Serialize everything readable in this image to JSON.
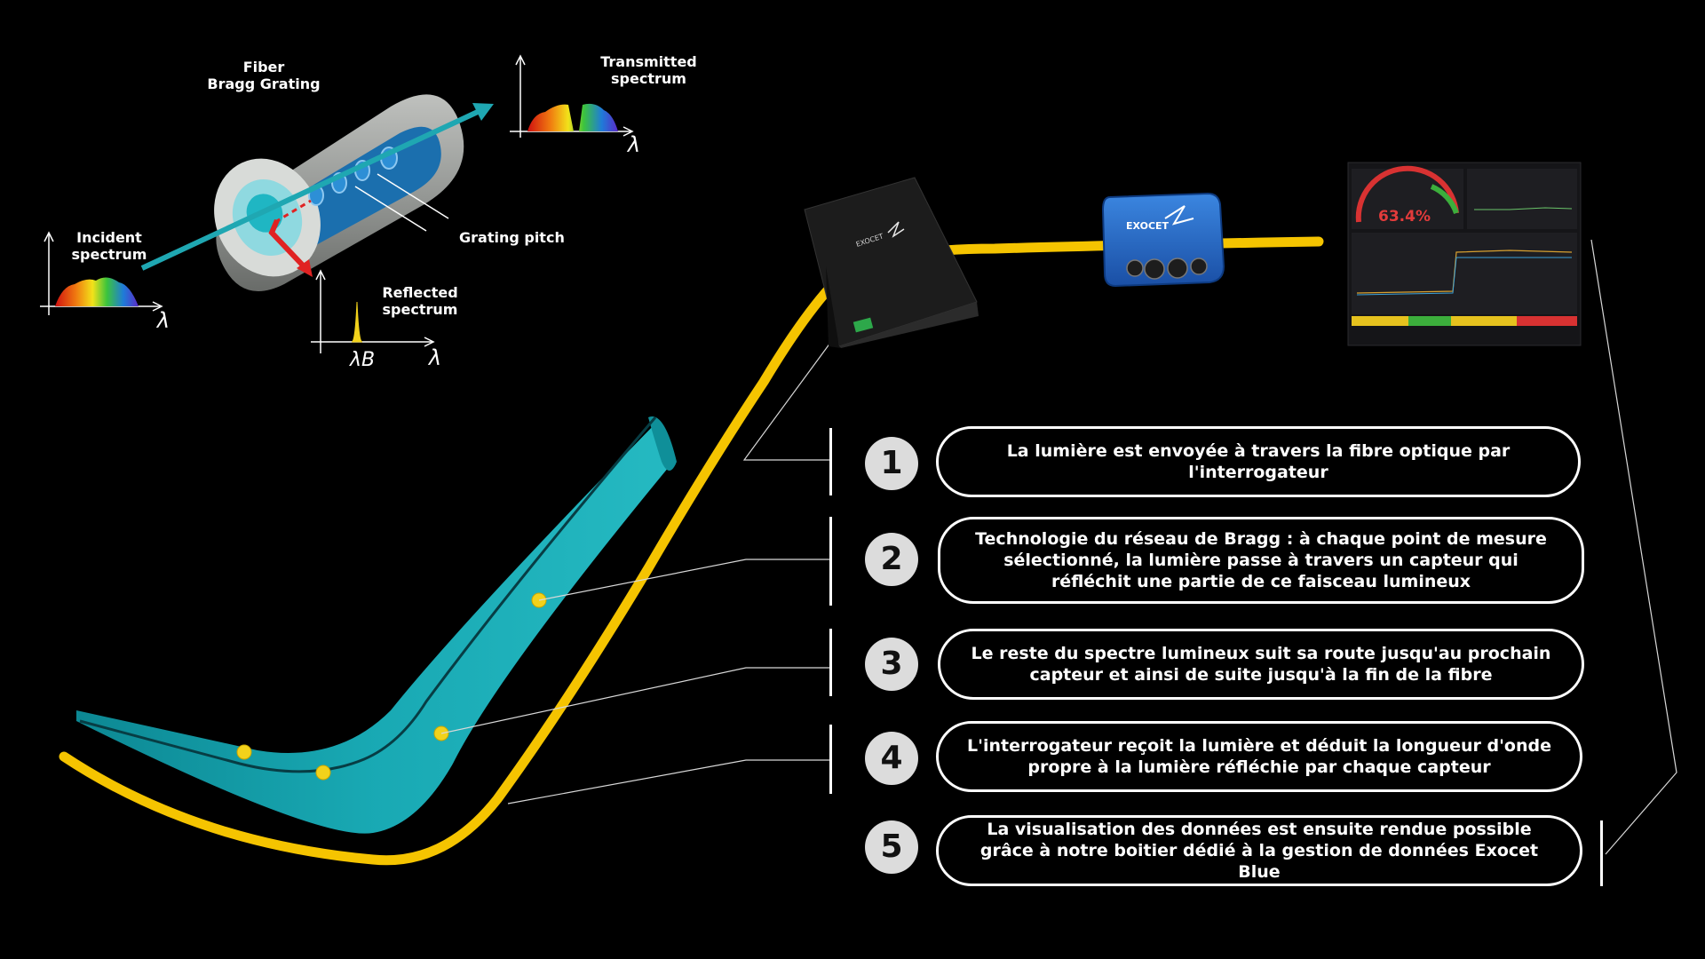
{
  "fbg": {
    "title": "Fiber\nBragg Grating",
    "transmitted": "Transmitted\nspectrum",
    "incident": "Incident\nspectrum",
    "reflected": "Reflected\nspectrum",
    "pitch": "Grating pitch",
    "lambda": "λ",
    "lambda_b": "λB"
  },
  "interrogator": {
    "brand": "EXOCET"
  },
  "exocet_box": {
    "brand": "EXOCET"
  },
  "dashboard": {
    "gauge_value": "63.4%"
  },
  "steps": [
    {
      "number": "1",
      "text": "La lumière est envoyée à travers la fibre optique par l'interrogateur"
    },
    {
      "number": "2",
      "text": "Technologie du réseau de Bragg : à chaque point de mesure sélectionné, la lumière passe à travers un capteur qui réfléchit une partie de ce faisceau lumineux"
    },
    {
      "number": "3",
      "text": "Le reste du spectre lumineux suit sa route jusqu'au prochain capteur et ainsi de suite jusqu'à la fin de la fibre"
    },
    {
      "number": "4",
      "text": "L'interrogateur reçoit la lumière et déduit la longueur d'onde propre à la lumière réfléchie par chaque capteur"
    },
    {
      "number": "5",
      "text": "La visualisation des données est ensuite rendue possible grâce à notre boitier dédié à la gestion de données Exocet Blue"
    }
  ],
  "colors": {
    "fiber": "#f5c400",
    "blade": "#1ab2bd",
    "sensor": "#f2d21b",
    "exocet_blue": "#1f63c4"
  }
}
